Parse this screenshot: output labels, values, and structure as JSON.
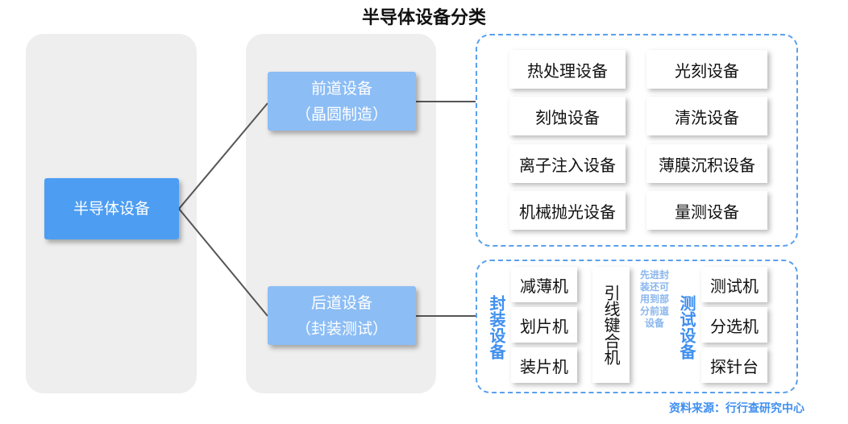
{
  "title": "半导体设备分类",
  "root": "半导体设备",
  "front": {
    "line1": "前道设备",
    "line2": "（晶圆制造）"
  },
  "back": {
    "line1": "后道设备",
    "line2": "（封装测试）"
  },
  "front_items": [
    "热处理设备",
    "光刻设备",
    "刻蚀设备",
    "清洗设备",
    "离子注入设备",
    "薄膜沉积设备",
    "机械抛光设备",
    "量测设备"
  ],
  "packaging": {
    "label": "封装设备",
    "items": [
      "减薄机",
      "划片机",
      "装片机"
    ],
    "wire_bonder": "引线键合机"
  },
  "note": "先进封装还可用到部分前道设备",
  "testing": {
    "label": "测试设备",
    "items": [
      "测试机",
      "分选机",
      "探针台"
    ]
  },
  "source": "资料来源：行行查研究中心",
  "colors": {
    "root": "#4d9df2",
    "branch": "#8cbdf5",
    "accent": "#3f8ff0",
    "dash": "#5aa0ec",
    "panel": "#eeeeee"
  }
}
